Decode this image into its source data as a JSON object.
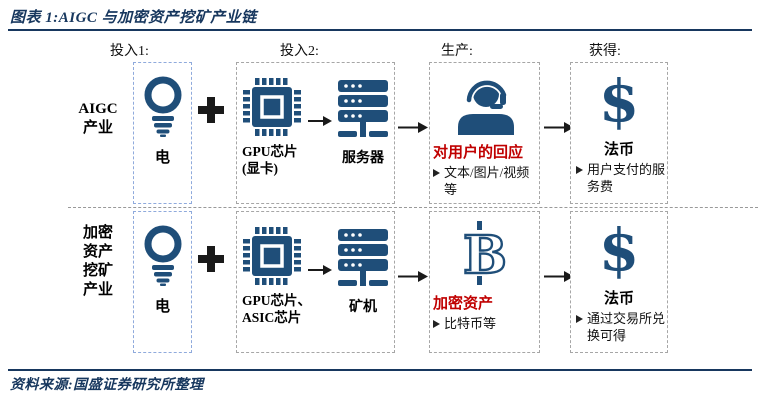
{
  "colors": {
    "navy": "#17375E",
    "icon-blue": "#1F4E79",
    "red": "#C00000",
    "ink": "#1a1a1a",
    "box-border": "#A6A6A6",
    "box-border-blue": "#8FAADC"
  },
  "header": {
    "title": "图表 1:AIGC 与加密资产挖矿产业链"
  },
  "columns": {
    "input1": "投入1:",
    "input2": "投入2:",
    "produce": "生产:",
    "obtain": "获得:"
  },
  "icons": {
    "dollar_glyph": "$",
    "bitcoin_glyph": "B"
  },
  "rows": [
    {
      "label_lines": [
        "AIGC",
        "产业"
      ],
      "input1": {
        "label": "电"
      },
      "input2": {
        "chip_lines": [
          "GPU芯片",
          "(显卡)"
        ],
        "server_label": "服务器"
      },
      "produce": {
        "title": "对用户的回应",
        "bullet": "文本/图片/视频等"
      },
      "obtain": {
        "title": "法币",
        "bullet": "用户支付的服务费"
      }
    },
    {
      "label_lines": [
        "加密",
        "资产",
        "挖矿",
        "产业"
      ],
      "input1": {
        "label": "电"
      },
      "input2": {
        "chip_lines": [
          "GPU芯片、",
          "ASIC芯片"
        ],
        "server_label": "矿机"
      },
      "produce": {
        "title": "加密资产",
        "bullet": "比特币等"
      },
      "obtain": {
        "title": "法币",
        "bullet": "通过交易所兑换可得"
      }
    }
  ],
  "footer": {
    "source": "资料来源:国盛证券研究所整理"
  }
}
